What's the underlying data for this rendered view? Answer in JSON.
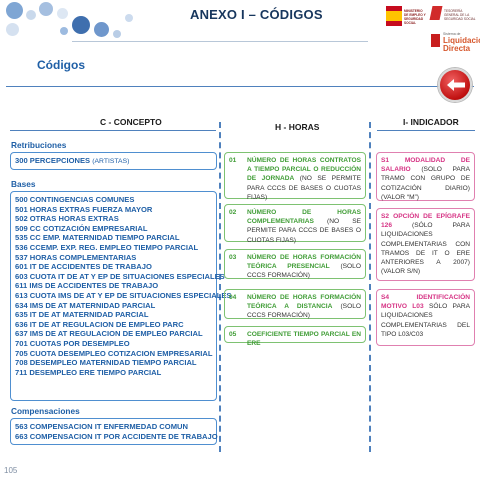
{
  "header": {
    "title": "ANEXO I – CÓDIGOS",
    "logo_ministry": "MINISTERIO DE EMPLEO Y SEGURIDAD SOCIAL",
    "logo_tgss": "TESORERÍA GENERAL DE LA SEGURIDAD SOCIAL",
    "logo_sistema": "Sistema de",
    "logo_liquidacion": "Liquidación",
    "logo_directa": "Directa"
  },
  "section_title": "Códigos",
  "columns": {
    "concepto": "C - CONCEPTO",
    "horas": "H - HORAS",
    "indicador": "I- INDICADOR"
  },
  "retribuciones": {
    "label": "Retribuciones",
    "code": "300 PERCEPCIONES",
    "note": "(ARTISTAS)"
  },
  "bases": {
    "label": "Bases",
    "items": [
      "500 CONTINGENCIAS COMUNES",
      "501 HORAS EXTRAS FUERZA MAYOR",
      "502 OTRAS HORAS EXTRAS",
      "509 CC COTIZACIÓN EMPRESARIAL",
      "535 CC EMP. MATERNIDAD TIEMPO PARCIAL",
      "536 CCEMP. EXP. REG. EMPLEO TIEMPO PARCIAL",
      "537 HORAS COMPLEMENTARIAS",
      "601 IT DE ACCIDENTES DE TRABAJO",
      "603 CUOTA IT DE AT Y EP DE SITUACIONES ESPECIALES",
      "611 IMS DE ACCIDENTES DE TRABAJO",
      "613 CUOTA IMS DE AT Y EP DE SITUACIONES ESPECIALES",
      "634 IMS DE AT MATERNIDAD PARCIAL",
      "635 IT DE AT MATERNIDAD PARCIAL",
      "636 IT DE AT REGULACION DE EMPLEO PARC",
      "637 IMS DE AT REGULACION DE EMPLEO PARCIAL",
      "701 CUOTAS POR DESEMPLEO",
      "705 CUOTA DESEMPLEO COTIZACION EMPRESARIAL",
      "708 DESEMPLEO MATERNIDAD TIEMPO PARCIAL",
      "711 DESEMPLEO ERE TIEMPO PARCIAL"
    ]
  },
  "compensaciones": {
    "label": "Compensaciones",
    "items": [
      "563 COMPENSACION IT ENFERMEDAD COMUN",
      "663 COMPENSACION IT POR ACCIDENTE DE TRABAJO"
    ]
  },
  "horas": [
    {
      "code": "01",
      "highlight": "NÚMERO DE HORAS CONTRATOS A TIEMPO PARCIAL O REDUCCIÓN DE JORNADA",
      "rest": "(NO SE PERMITE PARA CCCS DE BASES O CUOTAS FIJAS)"
    },
    {
      "code": "02",
      "highlight": "NÚMERO DE HORAS COMPLEMENTARIAS",
      "rest": "(NO SE PERMITE PARA CCCS DE BASES O CUOTAS FIJAS)"
    },
    {
      "code": "03",
      "highlight": "NÚMERO DE HORAS FORMACIÓN TEÓRICA PRESENCIAL",
      "rest": "(SOLO CCCS FORMACIÓN)"
    },
    {
      "code": "04",
      "highlight": "NÚMERO DE HORAS FORMACIÓN TEÓRICA A DISTANCIA",
      "rest": "(SOLO CCCS FORMACIÓN)"
    },
    {
      "code": "05",
      "highlight": "COEFICIENTE TIEMPO PARCIAL EN ERE",
      "rest": ""
    }
  ],
  "indicadores": [
    {
      "code": "S1",
      "highlight": "MODALIDAD DE SALARIO",
      "rest": "(SOLO PARA TRAMO CON GRUPO DE COTIZACIÓN DIARIO) (VALOR “M”)"
    },
    {
      "code": "S2",
      "highlight": "OPCIÓN DE EPÍGRAFE 126",
      "rest": "(SÓLO PARA LIQUIDACIONES COMPLEMENTARIAS CON TRAMOS DE IT O ERE ANTERIORES A 2007) (VALOR S/N)"
    },
    {
      "code": "S4",
      "highlight": "IDENTIFICACIÓN MOTIVO L03",
      "rest": "SÓLO PARA LIQUIDACIONES COMPLEMENTARIAS DEL TIPO L03/C03"
    }
  ],
  "page_number": "105",
  "colors": {
    "accent": "#1f5fa6",
    "green": "#3f9c35",
    "pink": "#d63384",
    "back_button": "#c01010"
  }
}
